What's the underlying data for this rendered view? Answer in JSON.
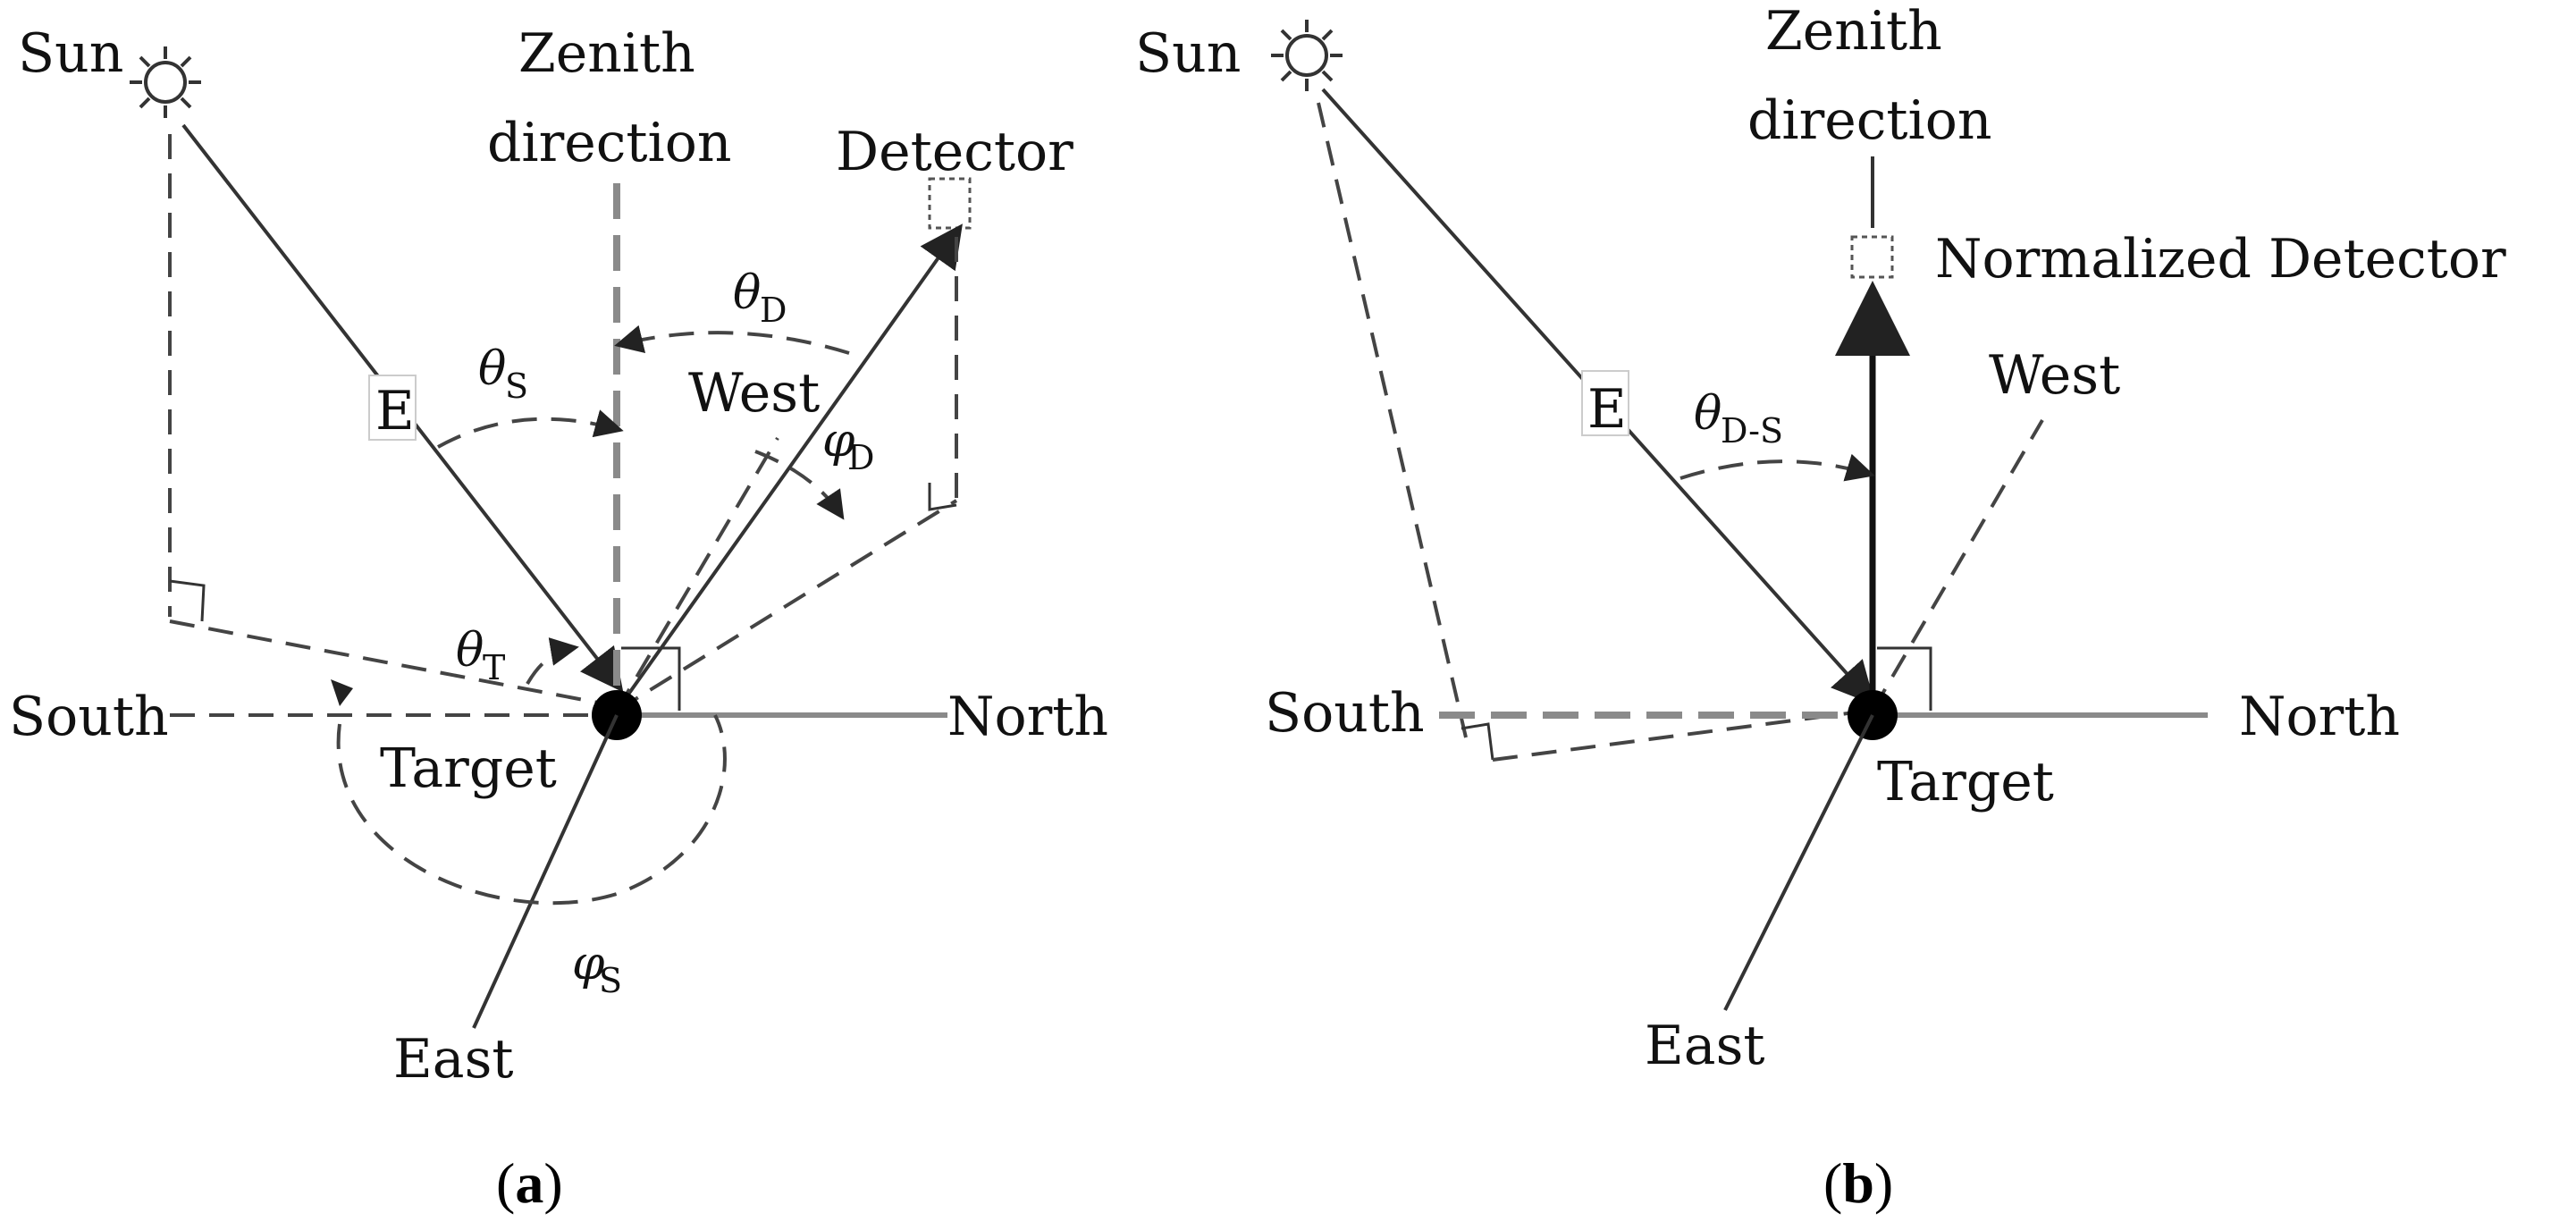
{
  "panel_a": {
    "sun": "Sun",
    "zenith_line1": "Zenith",
    "zenith_line2": "direction",
    "detector": "Detector",
    "theta": "θ",
    "theta_d_sub": "D",
    "theta_s_sub": "S",
    "theta_t_sub": "T",
    "west": "West",
    "phi": "φ",
    "phi_d_sub": "D",
    "phi_s_sub": "S",
    "e": "E",
    "south": "South",
    "north": "North",
    "target": "Target",
    "east": "East",
    "caption_open": "(",
    "caption_letter": "a",
    "caption_close": ")"
  },
  "panel_b": {
    "sun": "Sun",
    "zenith_line1": "Zenith",
    "zenith_line2": "direction",
    "normalized_detector": "Normalized Detector",
    "west": "West",
    "e": "E",
    "theta": "θ",
    "theta_ds_sub": "D-S",
    "south": "South",
    "north": "North",
    "target": "Target",
    "east": "East",
    "caption_open": "(",
    "caption_letter": "b",
    "caption_close": ")"
  }
}
